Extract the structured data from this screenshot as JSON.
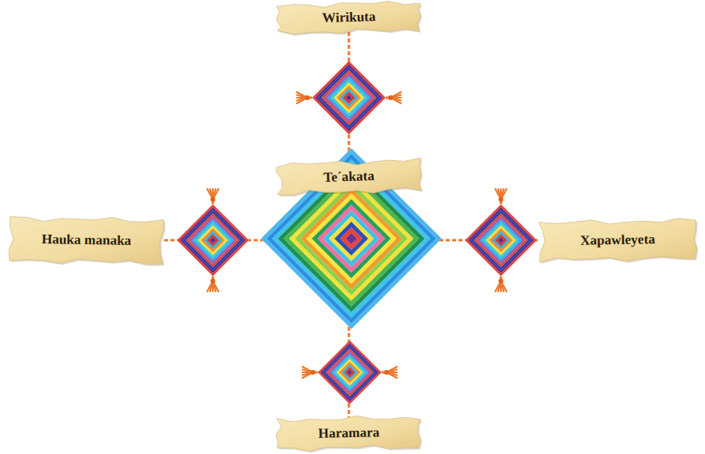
{
  "diagram": {
    "nodes": [
      {
        "text": [
          "Wirikuta"
        ]
      },
      {
        "text": [
          "Te´akata"
        ]
      },
      {
        "text": [
          "Hauka manaka"
        ]
      },
      {
        "text": [
          "Xapawleyeta"
        ]
      },
      {
        "text": [
          "Haramara"
        ]
      }
    ]
  }
}
